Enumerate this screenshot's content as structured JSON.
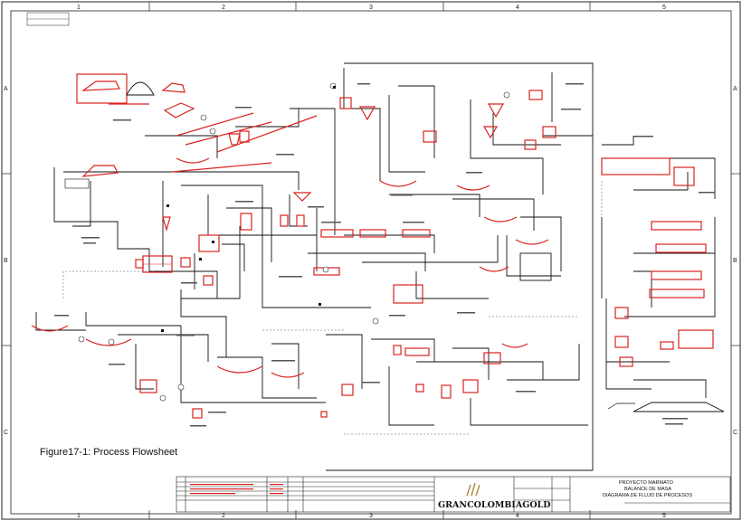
{
  "figure": {
    "caption": "Figure17-1: Process Flowsheet"
  },
  "grid": {
    "columns": [
      "1",
      "2",
      "3",
      "4",
      "5"
    ],
    "rows": [
      "A",
      "B",
      "C"
    ]
  },
  "title_block": {
    "company_logo": "GRANCOLOMBIAGOLD",
    "project": "PROYECTO MARMATO",
    "title_line1": "BALANCE DE MASA",
    "title_line2": "DIAGRAMA DE FLUJO DE PROCESOS"
  },
  "colors": {
    "equipment": "#d9231f",
    "lines": "#111111",
    "background": "#ffffff"
  }
}
